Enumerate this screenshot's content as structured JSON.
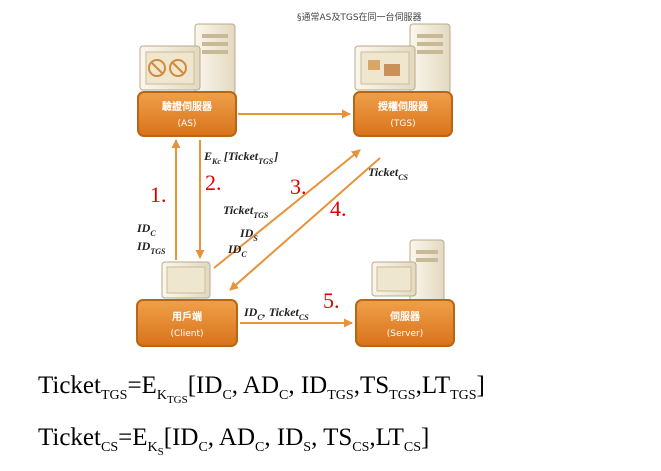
{
  "note": "§通常AS及TGS在同一台伺服器",
  "nodes": {
    "as": {
      "title": "驗證伺服器",
      "sub": "(AS)"
    },
    "tgs": {
      "title": "授權伺服器",
      "sub": "(TGS)"
    },
    "client": {
      "title": "用戶端",
      "sub": "(Client)"
    },
    "server": {
      "title": "伺服器",
      "sub": "(Server)"
    }
  },
  "steps": [
    "1.",
    "2.",
    "3.",
    "4.",
    "5."
  ],
  "labels": {
    "e_kc": {
      "main": "E",
      "sub": "Kc"
    },
    "ticket_tgs_bracket": {
      "open": "[",
      "main": "Ticket",
      "sub": "TGS",
      "close": "]"
    },
    "ticket_cs": {
      "main": "Ticket",
      "sub": "CS"
    },
    "id_c": {
      "main": "ID",
      "sub": "C"
    },
    "id_tgs": {
      "main": "ID",
      "sub": "TGS"
    },
    "ticket_tgs": {
      "main": "Ticket",
      "sub": "TGS"
    },
    "id_s": {
      "main": "ID",
      "sub": "S"
    },
    "id_c2": {
      "main": "ID",
      "sub": "C"
    },
    "id_c_ticket_cs": {
      "main1": "ID",
      "sub1": "C",
      "sep": ", ",
      "main2": "Ticket",
      "sub2": "CS"
    }
  },
  "formulas": {
    "tgs": {
      "lhs": "Ticket",
      "lhs_sub": "TGS",
      "eq": "=E",
      "key": "K",
      "key_sub": "TGS",
      "open": "[",
      "f1": "ID",
      "f1s": "C",
      "f2": ", AD",
      "f2s": "C",
      "f3": ", ID",
      "f3s": "TGS",
      "f4": ",TS",
      "f4s": "TGS",
      "f5": ",LT",
      "f5s": "TGS",
      "close": "]"
    },
    "cs": {
      "lhs": "Ticket",
      "lhs_sub": "CS",
      "eq": "=E",
      "key": "K",
      "key_sub": "S",
      "open": "[",
      "f1": "ID",
      "f1s": "C",
      "f2": ", AD",
      "f2s": "C",
      "f3": ", ID",
      "f3s": "S",
      "f4": ", TS",
      "f4s": "CS",
      "f5": ",LT",
      "f5s": "CS",
      "close": "]"
    }
  },
  "colors": {
    "box": "#e07f1d",
    "box_border": "#b86514",
    "arrow": "#e8933a",
    "step": "#e00000",
    "computer": "#f3eddd"
  }
}
